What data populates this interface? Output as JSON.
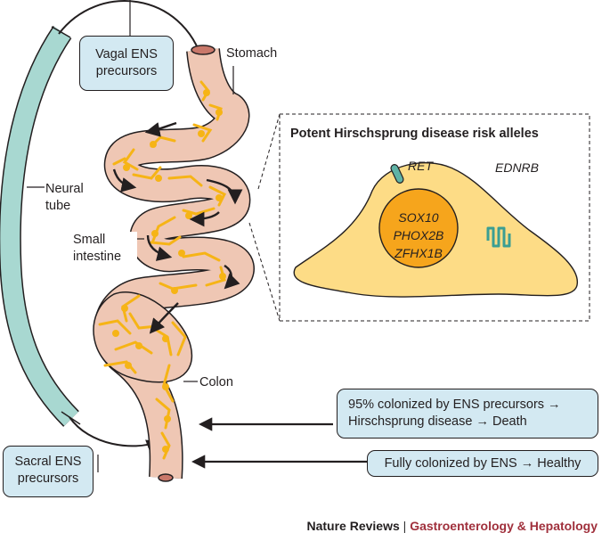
{
  "labels": {
    "vagal": "Vagal ENS precursors",
    "stomach": "Stomach",
    "neural_tube": "Neural tube",
    "small_intestine": "Small intestine",
    "colon": "Colon",
    "sacral": "Sacral ENS precursors"
  },
  "inset": {
    "title": "Potent Hirschsprung disease risk alleles",
    "ret": "RET",
    "ednrb": "EDNRB",
    "nucleus_genes": [
      "SOX10",
      "PHOX2B",
      "ZFHX1B"
    ]
  },
  "outcomes": [
    "95% colonized by ENS precursors → Hirschsprung disease → Death",
    "Fully colonized by ENS → Healthy"
  ],
  "footer": {
    "journal": "Nature Reviews",
    "separator": "|",
    "subtitle": "Gastroenterology & Hepatology"
  },
  "colors": {
    "neural_tube": "#a8d8d1",
    "gut_fill": "#efc7b4",
    "network": "#f6b416",
    "cell_fill": "#fddc86",
    "nucleus": "#f6a51c",
    "box_fill": "#d3e9f2",
    "footer_accent": "#a0303c"
  }
}
